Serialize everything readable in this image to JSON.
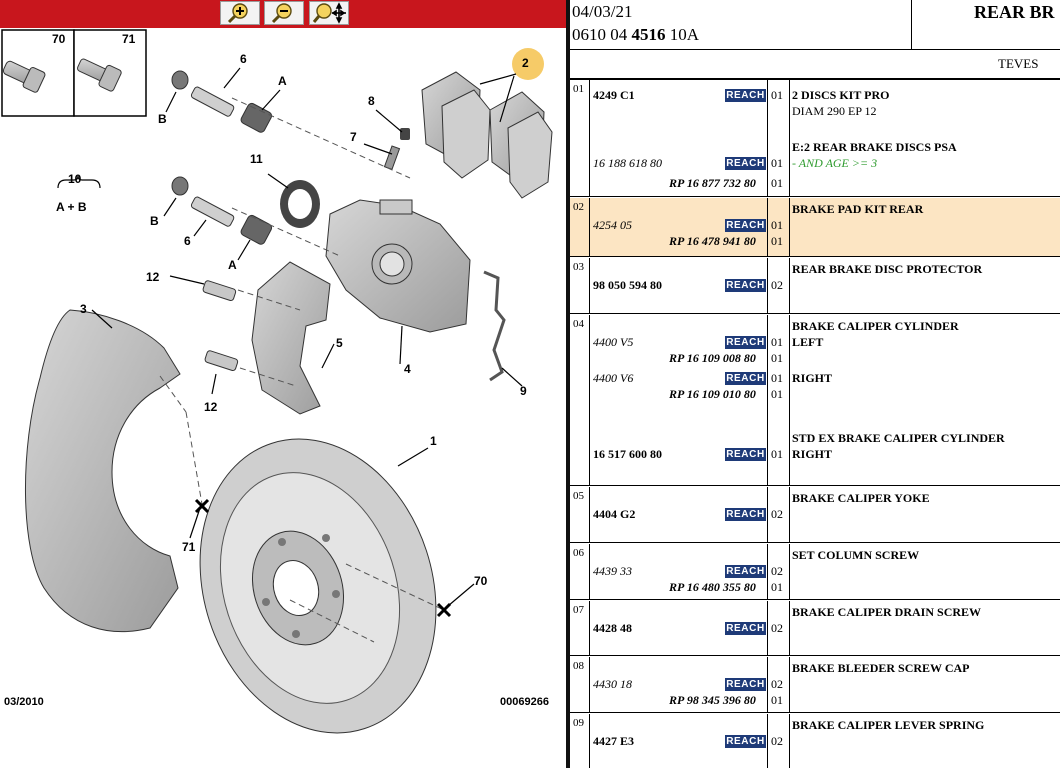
{
  "toolbar": {
    "zoom_in": "zoom-in-icon",
    "zoom_out": "zoom-out-icon",
    "pan": "pan-zoom-icon"
  },
  "diagram": {
    "callouts": [
      "1",
      "2",
      "3",
      "4",
      "5",
      "6",
      "6",
      "7",
      "8",
      "9",
      "10",
      "A + B",
      "11",
      "12",
      "12",
      "70",
      "70",
      "71",
      "71",
      "A",
      "A",
      "B",
      "B"
    ],
    "date_caption": "03/2010",
    "image_code": "00069266"
  },
  "header": {
    "date": "04/03/21",
    "ref_prefix": "0610 04 ",
    "ref_bold": "4516",
    "ref_suffix": " 10A",
    "title": "REAR BR",
    "brand": "TEVES"
  },
  "reach_label": "REACH",
  "rows": [
    {
      "num": "01",
      "lines": [
        {
          "ref": "4249 C1",
          "ref_style": "b",
          "qty": "01",
          "reach": true,
          "desc": "2 DISCS KIT PRO",
          "desc_style": "b"
        },
        {
          "desc": "DIAM 290 EP 12",
          "desc_style": "n"
        },
        {
          "desc": "E:2 REAR BRAKE DISCS PSA",
          "desc_style": "b"
        },
        {
          "ref": "16 188 618 80",
          "ref_style": "i",
          "qty": "01",
          "reach": true,
          "desc": "- AND AGE >= 3",
          "desc_style": "green"
        },
        {
          "rp": "RP 16 877 732 80",
          "qty": "01"
        }
      ]
    },
    {
      "num": "02",
      "lines": [
        {
          "desc": "BRAKE PAD KIT REAR",
          "desc_style": "b"
        },
        {
          "ref": "4254 05",
          "ref_style": "i",
          "qty": "01",
          "reach": true
        },
        {
          "rp": "RP 16 478 941 80",
          "qty": "01"
        }
      ]
    },
    {
      "num": "03",
      "lines": [
        {
          "desc": "REAR BRAKE DISC PROTECTOR",
          "desc_style": "b"
        },
        {
          "ref": "98 050 594 80",
          "ref_style": "b",
          "qty": "02",
          "reach": true
        }
      ]
    },
    {
      "num": "04",
      "lines": [
        {
          "desc": "BRAKE CALIPER CYLINDER",
          "desc_style": "b"
        },
        {
          "ref": "4400 V5",
          "ref_style": "i",
          "qty": "01",
          "reach": true,
          "desc": "LEFT",
          "desc_style": "b"
        },
        {
          "rp": "RP 16 109 008 80",
          "qty": "01"
        },
        {
          "ref": "4400 V6",
          "ref_style": "i",
          "qty": "01",
          "reach": true,
          "desc": "RIGHT",
          "desc_style": "b"
        },
        {
          "rp": "RP 16 109 010 80",
          "qty": "01"
        },
        {
          "desc": "STD EX BRAKE CALIPER CYLINDER",
          "desc_style": "b"
        },
        {
          "ref": "16 517 600 80",
          "ref_style": "b",
          "qty": "01",
          "reach": true,
          "desc": "RIGHT",
          "desc_style": "b"
        }
      ]
    },
    {
      "num": "05",
      "lines": [
        {
          "desc": "BRAKE CALIPER YOKE",
          "desc_style": "b"
        },
        {
          "ref": "4404 G2",
          "ref_style": "b",
          "qty": "02",
          "reach": true
        }
      ]
    },
    {
      "num": "06",
      "lines": [
        {
          "desc": "SET COLUMN SCREW",
          "desc_style": "b"
        },
        {
          "ref": "4439 33",
          "ref_style": "i",
          "qty": "02",
          "reach": true
        },
        {
          "rp": "RP 16 480 355 80",
          "qty": "01"
        }
      ]
    },
    {
      "num": "07",
      "lines": [
        {
          "desc": "BRAKE CALIPER DRAIN SCREW",
          "desc_style": "b"
        },
        {
          "ref": "4428 48",
          "ref_style": "b",
          "qty": "02",
          "reach": true
        }
      ]
    },
    {
      "num": "08",
      "lines": [
        {
          "desc": "BRAKE BLEEDER SCREW CAP",
          "desc_style": "b"
        },
        {
          "ref": "4430 18",
          "ref_style": "i",
          "qty": "02",
          "reach": true
        },
        {
          "rp": "RP 98 345 396 80",
          "qty": "01"
        }
      ]
    },
    {
      "num": "09",
      "lines": [
        {
          "desc": "BRAKE CALIPER LEVER SPRING",
          "desc_style": "b"
        },
        {
          "ref": "4427 E3",
          "ref_style": "b",
          "qty": "02",
          "reach": true
        }
      ]
    }
  ],
  "colors": {
    "toolbar": "#c8161d",
    "highlight_row": "#fce5c3",
    "reach_badge": "#1e3a78",
    "note_green": "#2e9b2e",
    "callout_marker": "#f5c24e"
  }
}
